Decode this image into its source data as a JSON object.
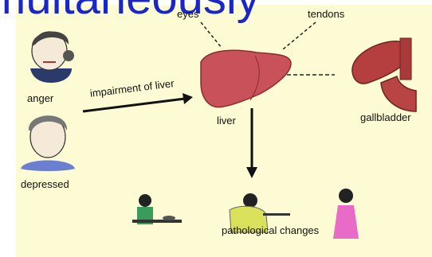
{
  "overlay_title": "multaneously",
  "labels": {
    "eyes": "eyes",
    "tendons": "tendons",
    "anger": "anger",
    "impairment": "impairment of liver",
    "liver": "liver",
    "gallbladder": "gallbladder",
    "depressed": "depressed",
    "pathological": "pathological changes"
  },
  "colors": {
    "background": "#fdfbd3",
    "title": "#1a26c8",
    "liver": "#c8484f",
    "gallbladder": "#b03a3a"
  }
}
